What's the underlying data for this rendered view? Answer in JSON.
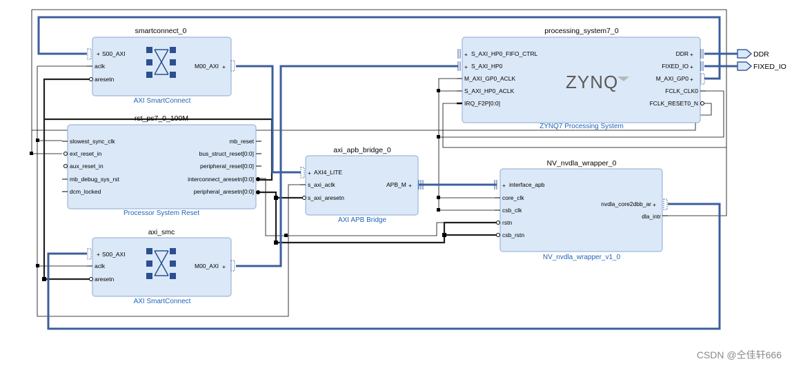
{
  "blocks": {
    "smartconnect_0": {
      "name": "smartconnect_0",
      "subtitle": "AXI SmartConnect",
      "ports_left": [
        "S00_AXI",
        "aclk",
        "aresetn"
      ],
      "ports_right": [
        "M00_AXI"
      ]
    },
    "rst": {
      "name": "rst_ps7_0_100M",
      "subtitle": "Processor System Reset",
      "ports_left": [
        "slowest_sync_clk",
        "ext_reset_in",
        "aux_reset_in",
        "mb_debug_sys_rst",
        "dcm_locked"
      ],
      "ports_right": [
        "mb_reset",
        "bus_struct_reset[0:0]",
        "peripheral_reset[0:0]",
        "interconnect_aresetn[0:0]",
        "peripheral_aresetn[0:0]"
      ]
    },
    "axi_smc": {
      "name": "axi_smc",
      "subtitle": "AXI SmartConnect",
      "ports_left": [
        "S00_AXI",
        "aclk",
        "aresetn"
      ],
      "ports_right": [
        "M00_AXI"
      ]
    },
    "apb_bridge": {
      "name": "axi_apb_bridge_0",
      "subtitle": "AXI APB Bridge",
      "ports_left": [
        "AXI4_LITE",
        "s_axi_aclk",
        "s_axi_aresetn"
      ],
      "ports_right": [
        "APB_M"
      ]
    },
    "ps7": {
      "name": "processing_system7_0",
      "subtitle": "ZYNQ7 Processing System",
      "logo": "ZYNQ",
      "ports_left": [
        "S_AXI_HP0_FIFO_CTRL",
        "S_AXI_HP0",
        "M_AXI_GP0_ACLK",
        "S_AXI_HP0_ACLK",
        "IRQ_F2P[0:0]"
      ],
      "ports_right": [
        "DDR",
        "FIXED_IO",
        "M_AXI_GP0",
        "FCLK_CLK0",
        "FCLK_RESET0_N"
      ]
    },
    "nvdla": {
      "name": "NV_nvdla_wrapper_0",
      "subtitle": "NV_nvdla_wrapper_v1_0",
      "ports_left": [
        "interface_apb",
        "core_clk",
        "csb_clk",
        "rstn",
        "csb_rstn"
      ],
      "ports_right": [
        "nvdla_core2dbb_ar",
        "dla_intr"
      ]
    }
  },
  "external_ports": [
    "DDR",
    "FIXED_IO"
  ],
  "watermark": "CSDN @仝佳轩666",
  "colors": {
    "block_fill": "#dbe8f7",
    "block_border": "#8aaad3",
    "bus_wire": "#3c5e9c",
    "subtitle": "#1f64b8"
  }
}
